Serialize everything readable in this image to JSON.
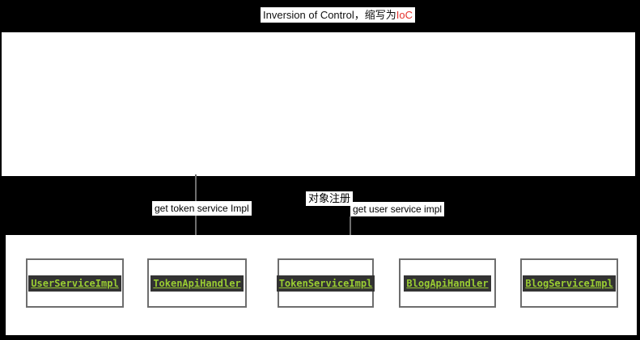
{
  "title": {
    "prefix": "Inversion of Control，缩写为",
    "highlight": "IoC"
  },
  "connector_labels": {
    "get_token": "get token service Impl",
    "object_register": "对象注册",
    "get_user": "get user service impl"
  },
  "classes": [
    {
      "name": "UserServiceImpl"
    },
    {
      "name": "TokenApiHandler"
    },
    {
      "name": "TokenServiceImpl"
    },
    {
      "name": "BlogApiHandler"
    },
    {
      "name": "BlogServiceImpl"
    }
  ],
  "colors": {
    "background": "#000000",
    "surface": "#ffffff",
    "accent_red": "#e5332e",
    "class_text": "#9acd32",
    "class_label_bg": "#333333",
    "connector_gray": "#6e6e6e"
  }
}
